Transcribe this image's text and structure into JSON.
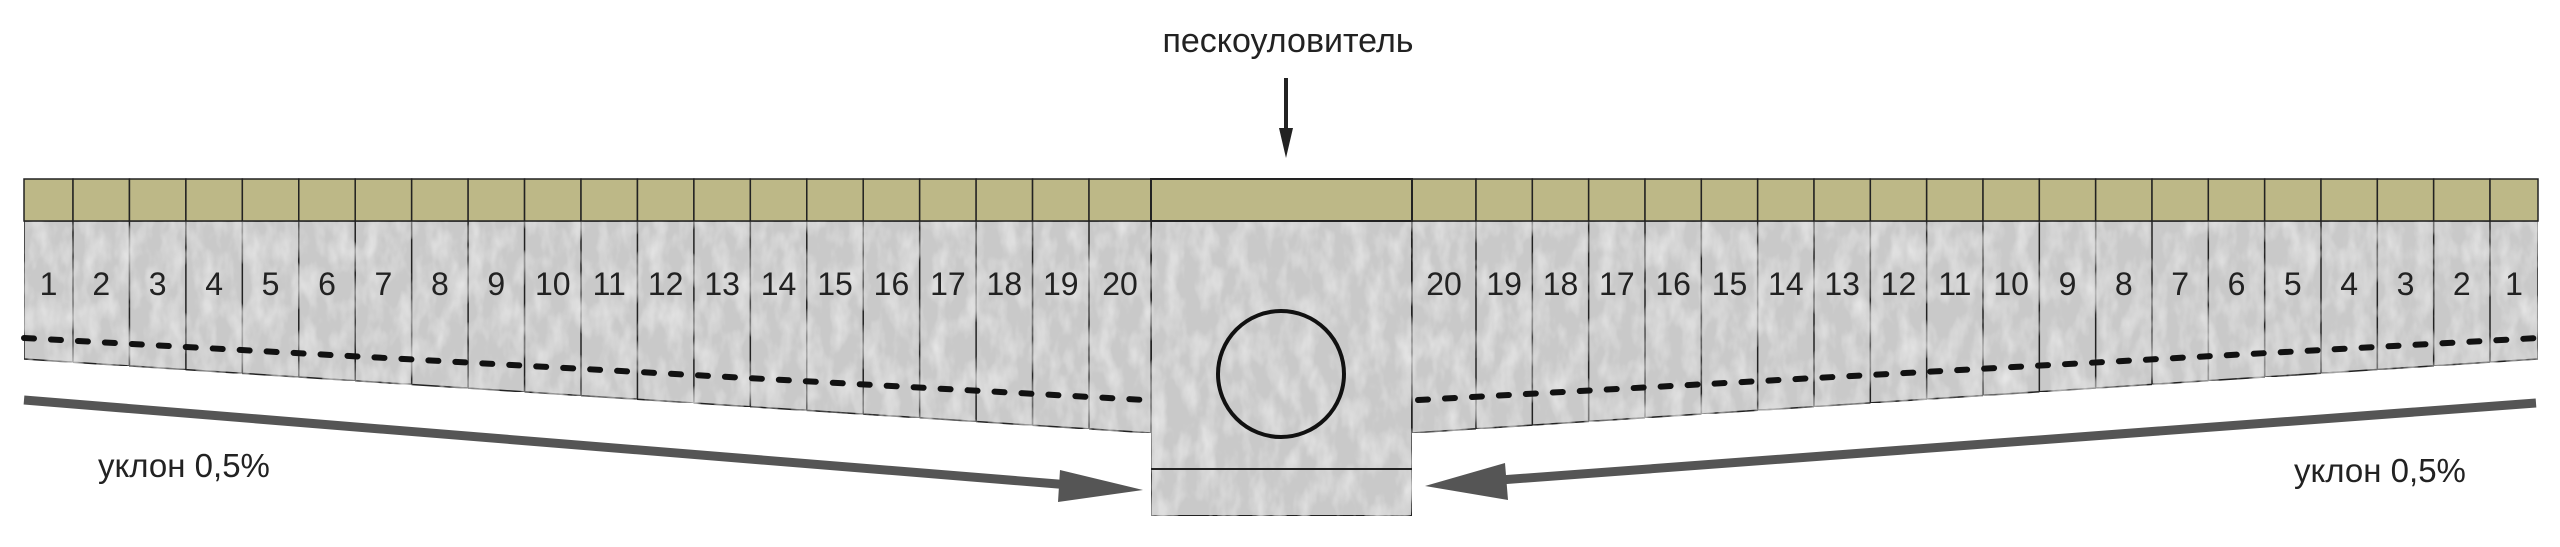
{
  "title": "пескоуловитель",
  "left_slope_label": "уклон 0,5%",
  "right_slope_label": "уклон 0,5%",
  "left_channels": [
    "1",
    "2",
    "3",
    "4",
    "5",
    "6",
    "7",
    "8",
    "9",
    "10",
    "11",
    "12",
    "13",
    "14",
    "15",
    "16",
    "17",
    "18",
    "19",
    "20"
  ],
  "right_channels": [
    "20",
    "19",
    "18",
    "17",
    "16",
    "15",
    "14",
    "13",
    "12",
    "11",
    "10",
    "9",
    "8",
    "7",
    "6",
    "5",
    "4",
    "3",
    "2",
    "1"
  ],
  "slope_percent": 0.5,
  "colors": {
    "grating": "#bdb887",
    "concrete": "#c9c9c9",
    "outline": "#222222",
    "arrow": "#555555"
  }
}
